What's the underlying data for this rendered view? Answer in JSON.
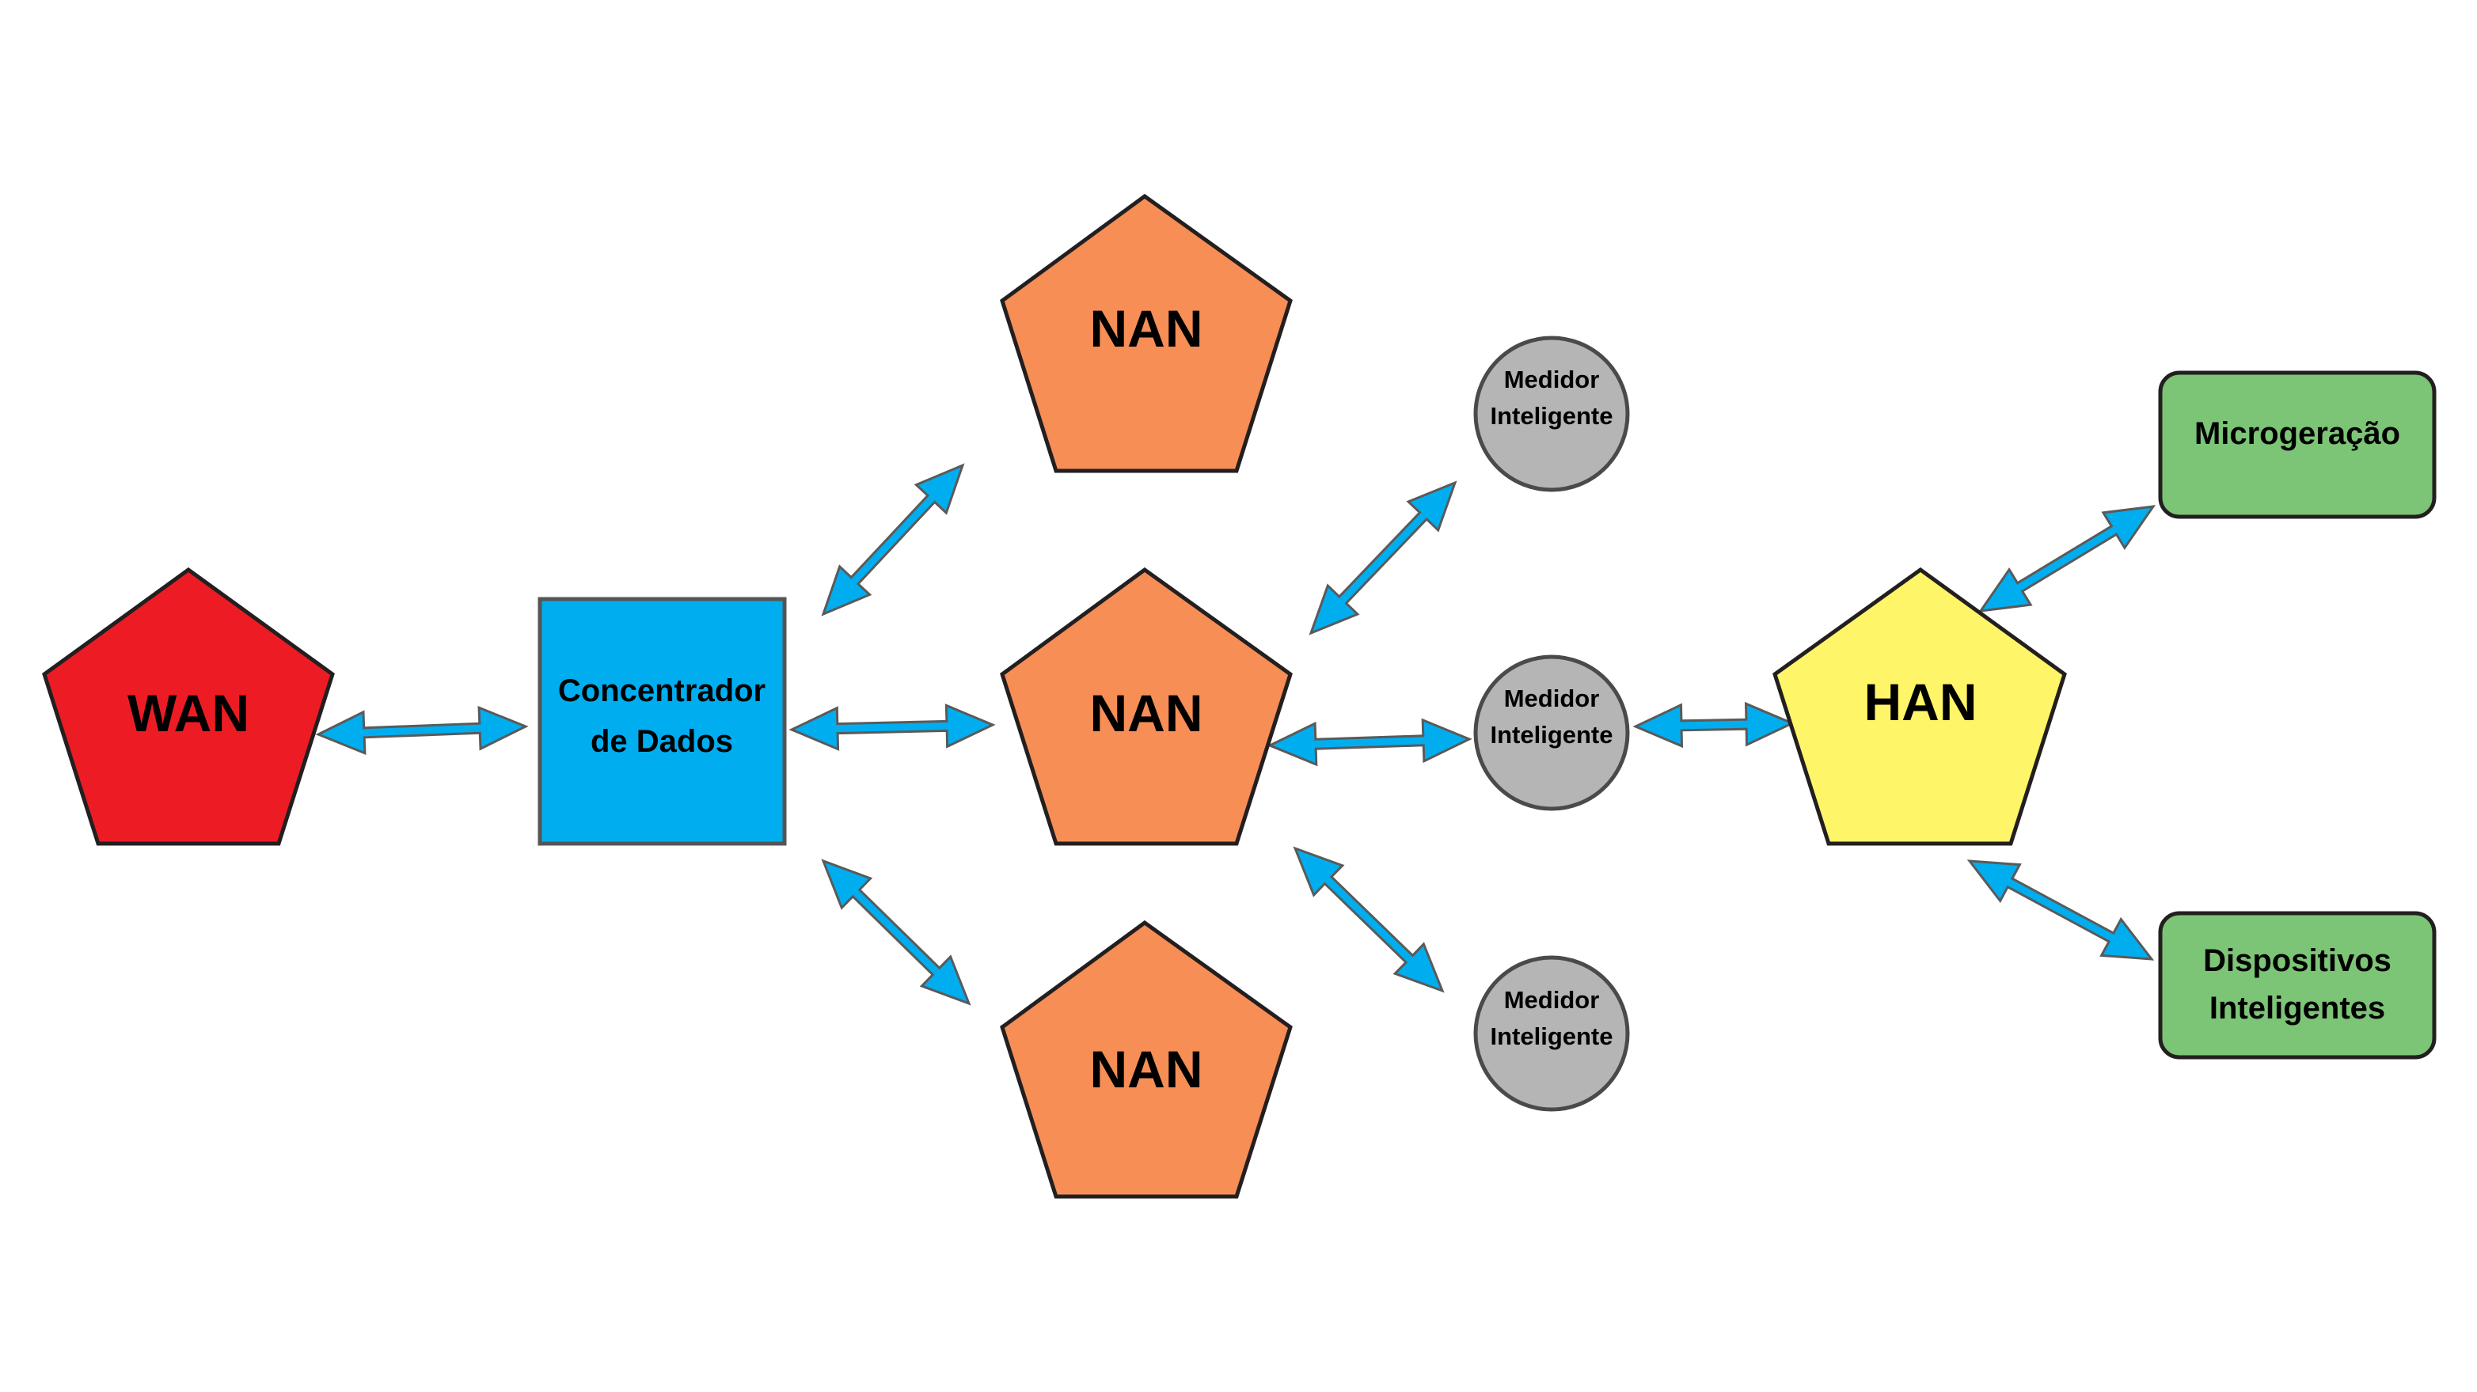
{
  "diagram": {
    "colors": {
      "wan": "#ed1c24",
      "concentrator": "#00aeef",
      "nan": "#f68e56",
      "meter": "#b5b5b5",
      "han": "#fff568",
      "device": "#7cc576",
      "arrow": "#00aeef",
      "outline": "#231f20"
    },
    "nodes": {
      "wan": {
        "label": "WAN"
      },
      "concentrator": {
        "line1": "Concentrador",
        "line2": "de Dados"
      },
      "nan_top": {
        "label": "NAN"
      },
      "nan_middle": {
        "label": "NAN"
      },
      "nan_bottom": {
        "label": "NAN"
      },
      "meter_top": {
        "line1": "Medidor",
        "line2": "Inteligente"
      },
      "meter_middle": {
        "line1": "Medidor",
        "line2": "Inteligente"
      },
      "meter_bottom": {
        "line1": "Medidor",
        "line2": "Inteligente"
      },
      "han": {
        "label": "HAN"
      },
      "microgeneration": {
        "label": "Microgeração"
      },
      "smart_devices": {
        "line1": "Dispositivos",
        "line2": "Inteligentes"
      }
    },
    "connections": [
      {
        "from": "WAN",
        "to": "Concentrador de Dados",
        "type": "bidirectional"
      },
      {
        "from": "Concentrador de Dados",
        "to": "NAN (top)",
        "type": "bidirectional"
      },
      {
        "from": "Concentrador de Dados",
        "to": "NAN (middle)",
        "type": "bidirectional"
      },
      {
        "from": "Concentrador de Dados",
        "to": "NAN (bottom)",
        "type": "bidirectional"
      },
      {
        "from": "NAN (middle)",
        "to": "Medidor Inteligente (top)",
        "type": "bidirectional"
      },
      {
        "from": "NAN (middle)",
        "to": "Medidor Inteligente (middle)",
        "type": "bidirectional"
      },
      {
        "from": "NAN (middle)",
        "to": "Medidor Inteligente (bottom)",
        "type": "bidirectional"
      },
      {
        "from": "Medidor Inteligente (middle)",
        "to": "HAN",
        "type": "bidirectional"
      },
      {
        "from": "HAN",
        "to": "Microgeração",
        "type": "bidirectional"
      },
      {
        "from": "HAN",
        "to": "Dispositivos Inteligentes",
        "type": "bidirectional"
      }
    ]
  }
}
